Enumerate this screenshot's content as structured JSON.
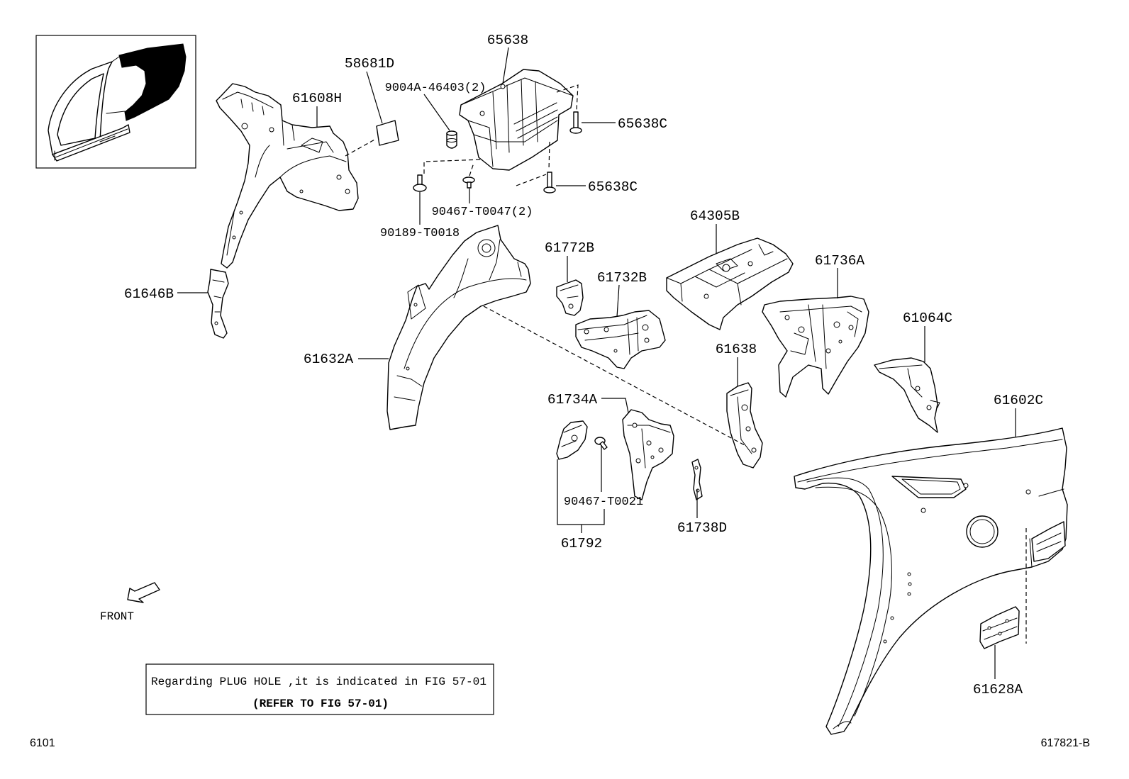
{
  "colors": {
    "ink": "#000000",
    "paper": "#ffffff"
  },
  "callouts": {
    "p65638": "65638",
    "p58681d": "58681D",
    "p9004a_46403": "9004A-46403(2)",
    "p61608h": "61608H",
    "p65638c_top": "65638C",
    "p65638c_bottom": "65638C",
    "p90467_t0047": "90467-T0047(2)",
    "p90189_t0018": "90189-T0018",
    "p64305b": "64305B",
    "p61772b": "61772B",
    "p61736a": "61736A",
    "p61732b": "61732B",
    "p61646b": "61646B",
    "p61064c": "61064C",
    "p61638": "61638",
    "p61632a": "61632A",
    "p61734a": "61734A",
    "p61602c": "61602C",
    "p90467_t0021": "90467-T0021",
    "p61738d": "61738D",
    "p61792": "61792",
    "p61628a": "61628A"
  },
  "front_label": "FRONT",
  "note": {
    "line1": "Regarding PLUG HOLE ,it is indicated in FIG 57-01",
    "line2": "(REFER TO FIG 57-01)"
  },
  "page_code": "6101",
  "figure_id": "617821-B"
}
